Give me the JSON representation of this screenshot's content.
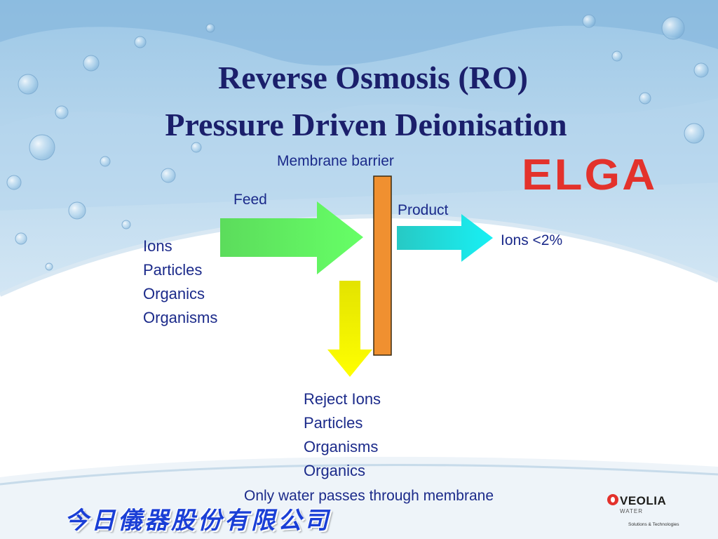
{
  "title": {
    "line1": "Reverse Osmosis (RO)",
    "line2": "Pressure Driven Deionisation"
  },
  "diagram": {
    "membrane_label": "Membrane barrier",
    "feed_label": "Feed",
    "product_label": "Product",
    "product_detail": "Ions <2%",
    "feed_items": [
      "Ions",
      "Particles",
      "Organics",
      "Organisms"
    ],
    "reject_items": [
      "Reject Ions",
      "Particles",
      "Organisms",
      "Organics"
    ],
    "footer_note": "Only water passes through membrane"
  },
  "branding": {
    "elga_logo": "ELGA",
    "company_name": "今日儀器股份有限公司",
    "veolia_logo": "VEOLIA",
    "veolia_sub": "WATER",
    "veolia_tagline": "Solutions & Technologies"
  },
  "colors": {
    "title": "#1b1f6b",
    "label": "#1b2a8a",
    "feed_arrow": "#5ef05e",
    "product_arrow": "#1ee6e6",
    "reject_arrow": "#f5f000",
    "membrane": "#f09030",
    "elga_red": "#e3322c",
    "company_blue": "#1a3fd6"
  }
}
